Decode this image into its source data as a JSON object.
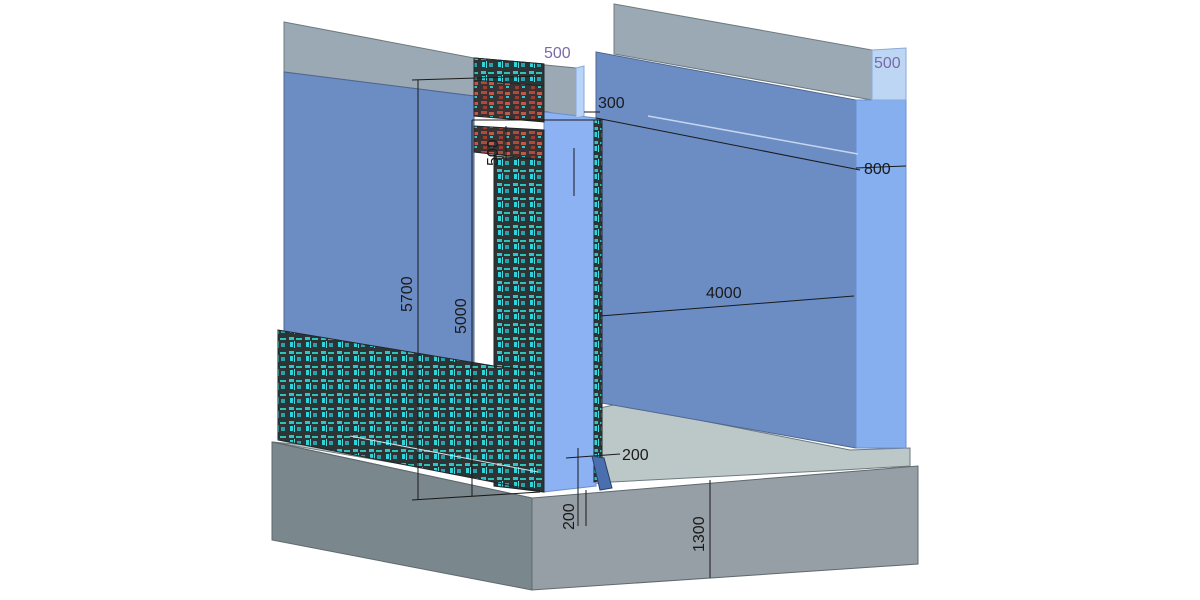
{
  "dimensions": {
    "top_left_width": "500",
    "top_right_width": "500",
    "opening_top": "300",
    "small_step": "500",
    "wall_thickness": "800",
    "total_height": "5700",
    "wall_height": "5000",
    "span": "4000",
    "slot_width": "200",
    "slot_depth": "200",
    "base_height": "1300"
  },
  "colors": {
    "wall_face": "#6c8cc4",
    "wall_edge": "#8db2f2",
    "wall_top": "#9aa9b3",
    "base_front": "#909da3",
    "base_side": "#7a878d",
    "base_top": "#bcc8c7",
    "formwork_dark": "#2c3436",
    "formwork_cyan": "#28c8c8",
    "formwork_red": "#b04a3a"
  }
}
